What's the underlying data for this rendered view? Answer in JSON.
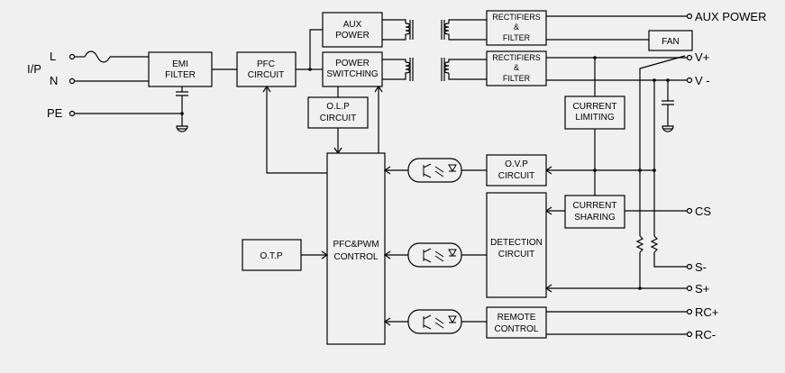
{
  "input": {
    "ip_label": "I/P",
    "line_label": "L",
    "neutral_label": "N",
    "pe_label": "PE"
  },
  "blocks": {
    "emi_line1": "EMI",
    "emi_line2": "FILTER",
    "pfc_line1": "PFC",
    "pfc_line2": "CIRCUIT",
    "aux_line1": "AUX",
    "aux_line2": "POWER",
    "psw_line1": "POWER",
    "psw_line2": "SWITCHING",
    "olp_line1": "O.L.P",
    "olp_line2": "CIRCUIT",
    "rect1_line1": "RECTIFIERS",
    "rect1_line2": "&",
    "rect1_line3": "FILTER",
    "rect2_line1": "RECTIFIERS",
    "rect2_line2": "&",
    "rect2_line3": "FILTER",
    "fan": "FAN",
    "climit_line1": "CURRENT",
    "climit_line2": "LIMITING",
    "ovp_line1": "O.V.P",
    "ovp_line2": "CIRCUIT",
    "pwm_line1": "PFC&PWM",
    "pwm_line2": "CONTROL",
    "otp": "O.T.P",
    "csharing_line1": "CURRENT",
    "csharing_line2": "SHARING",
    "detect_line1": "DETECTION",
    "detect_line2": "CIRCUIT",
    "remote_line1": "REMOTE",
    "remote_line2": "CONTROL"
  },
  "outputs": {
    "aux_power": "AUX POWER",
    "v_plus": "V+",
    "v_minus": "V -",
    "cs": "CS",
    "s_minus": "S-",
    "s_plus": "S+",
    "rc_plus": "RC+",
    "rc_minus": "RC-"
  }
}
